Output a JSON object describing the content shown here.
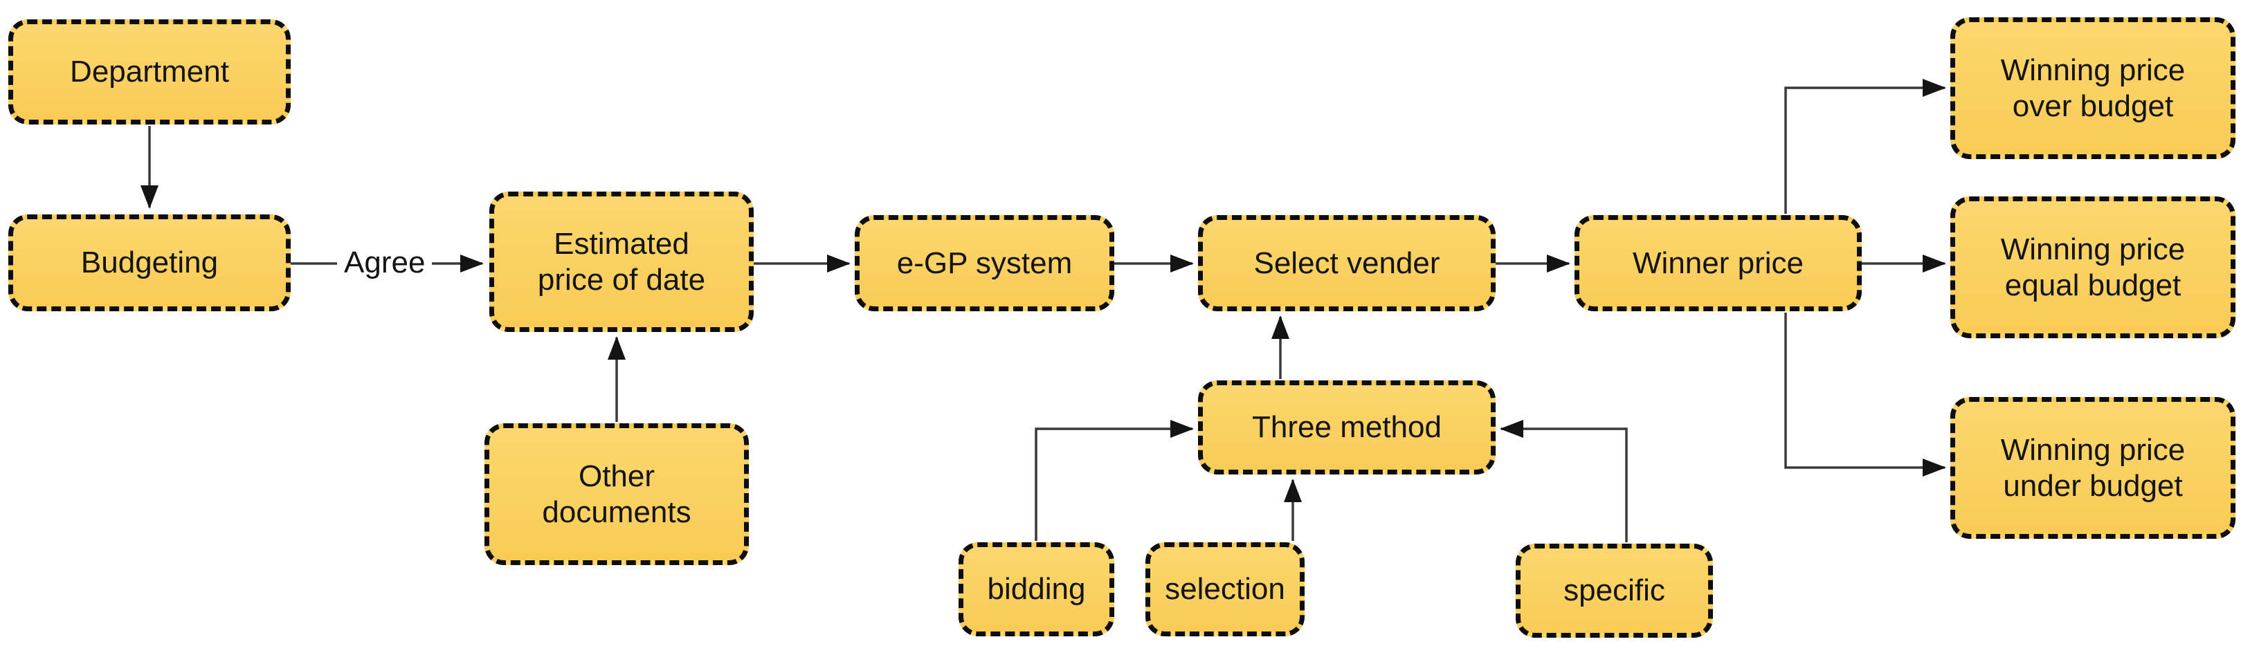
{
  "diagram": {
    "nodes": [
      {
        "id": "department",
        "label": "Department"
      },
      {
        "id": "budgeting",
        "label": "Budgeting"
      },
      {
        "id": "estimated-price",
        "label": "Estimated price of date"
      },
      {
        "id": "egp-system",
        "label": "e-GP system"
      },
      {
        "id": "select-vender",
        "label": "Select vender"
      },
      {
        "id": "winner-price",
        "label": "Winner price"
      },
      {
        "id": "winning-over",
        "label": "Winning price over budget"
      },
      {
        "id": "winning-equal",
        "label": "Winning price equal budget"
      },
      {
        "id": "winning-under",
        "label": "Winning price under budget"
      },
      {
        "id": "other-documents",
        "label": "Other documents"
      },
      {
        "id": "three-method",
        "label": "Three method"
      },
      {
        "id": "bidding",
        "label": "bidding"
      },
      {
        "id": "selection",
        "label": "selection"
      },
      {
        "id": "specific",
        "label": "specific"
      }
    ],
    "edges": [
      {
        "from": "department",
        "to": "budgeting",
        "label": ""
      },
      {
        "from": "budgeting",
        "to": "estimated-price",
        "label": "Agree"
      },
      {
        "from": "other-documents",
        "to": "estimated-price",
        "label": ""
      },
      {
        "from": "estimated-price",
        "to": "egp-system",
        "label": ""
      },
      {
        "from": "egp-system",
        "to": "select-vender",
        "label": ""
      },
      {
        "from": "select-vender",
        "to": "winner-price",
        "label": ""
      },
      {
        "from": "winner-price",
        "to": "winning-over",
        "label": ""
      },
      {
        "from": "winner-price",
        "to": "winning-equal",
        "label": ""
      },
      {
        "from": "winner-price",
        "to": "winning-under",
        "label": ""
      },
      {
        "from": "three-method",
        "to": "select-vender",
        "label": ""
      },
      {
        "from": "bidding",
        "to": "three-method",
        "label": ""
      },
      {
        "from": "selection",
        "to": "three-method",
        "label": ""
      },
      {
        "from": "specific",
        "to": "three-method",
        "label": ""
      }
    ],
    "colors": {
      "node_fill_top": "#fcd76e",
      "node_fill_bottom": "#f8cb55",
      "node_border": "#0e0e0e",
      "connector": "#3a3a3a",
      "arrowhead": "#141414",
      "background": "#ffffff",
      "text": "#141414"
    }
  }
}
